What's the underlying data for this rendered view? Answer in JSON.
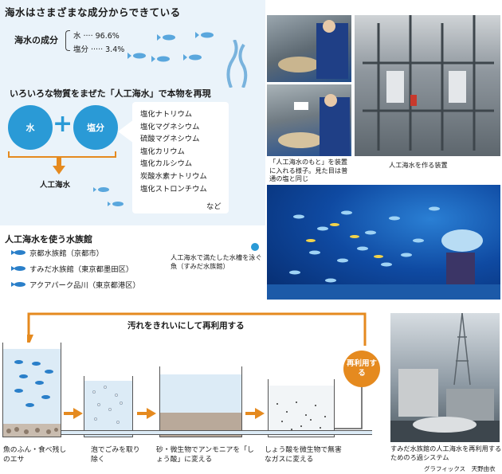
{
  "title": "海水はさまざまな成分からできている",
  "composition": {
    "label": "海水の成分",
    "water": "水 ···· 96.6%",
    "salt": "塩分 ····· 3.4%"
  },
  "artificial": {
    "heading": "いろいろな物質をまぜた「人工海水」で本物を再現",
    "water_label": "水",
    "salt_label": "塩分",
    "result_label": "人工海水",
    "ingredients": [
      "塩化ナトリウム",
      "塩化マグネシウム",
      "硫酸マグネシウム",
      "塩化カリウム",
      "塩化カルシウム",
      "炭酸水素ナトリウム",
      "塩化ストロンチウム"
    ],
    "etc": "など"
  },
  "aquariums": {
    "heading": "人工海水を使う水族館",
    "items": [
      "京都水族館（京都市）",
      "すみだ水族館（東京都墨田区）",
      "アクアパーク品川（東京都港区）"
    ]
  },
  "captions": {
    "salt_photo": "「人工海水のもと」を装置に入れる様子。見た目は普通の塩と同じ",
    "device_photo": "人工海水を作る装置",
    "aquarium_photo": "人工海水で満たした水槽を泳ぐ魚（すみだ水族館）",
    "tower_photo": "すみだ水族館の人工海水を再利用するためのろ過システム"
  },
  "process": {
    "heading": "汚れをきれいにして再利用する",
    "reuse_label": "再利用する",
    "steps": [
      "魚のふん・食べ残しのエサ",
      "泡でごみを取り除く",
      "砂・微生物でアンモニアを「しょう酸」に変える",
      "しょう酸を微生物で無害なガスに変える"
    ]
  },
  "credit": "グラフィックス　天野由衣",
  "colors": {
    "accent_blue": "#2a9ad6",
    "accent_orange": "#e58a1f",
    "panel_bg": "#eaf3fa"
  }
}
